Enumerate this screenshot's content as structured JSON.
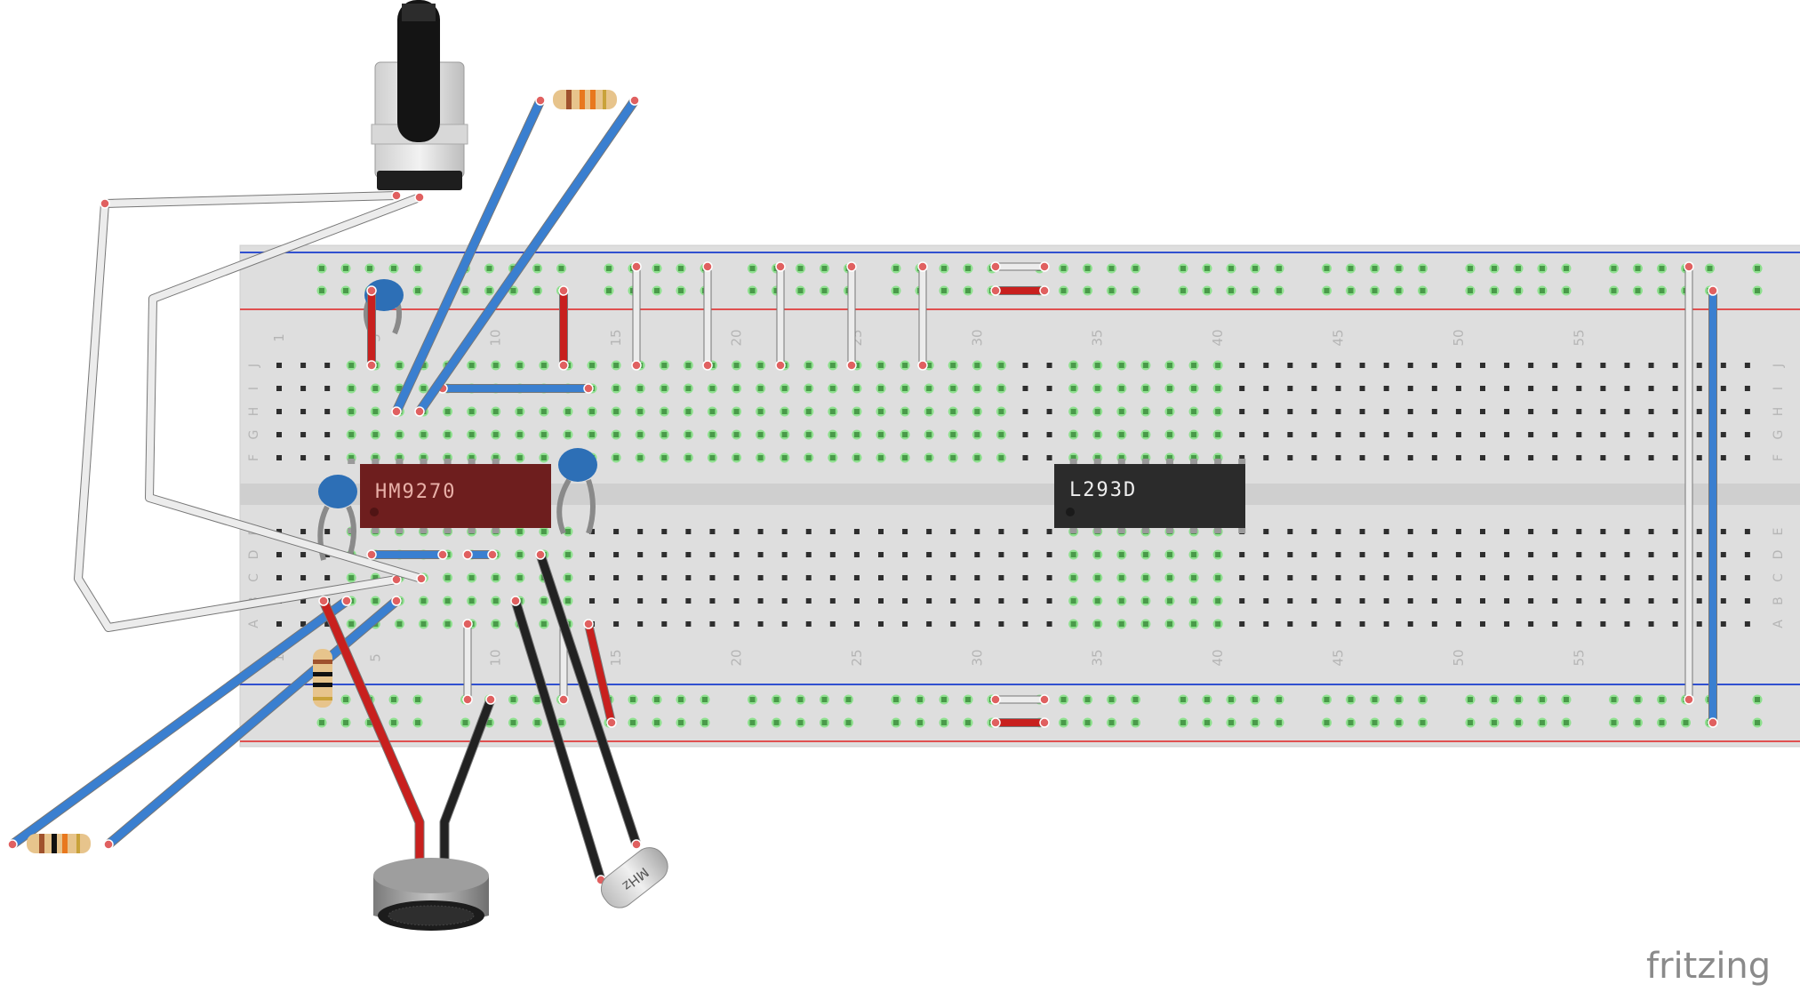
{
  "breadboard": {
    "column_numbers": [
      "1",
      "5",
      "10",
      "15",
      "20",
      "25",
      "30",
      "35",
      "40",
      "45",
      "50",
      "55"
    ],
    "row_letters_top": [
      "J",
      "I",
      "H",
      "G",
      "F"
    ],
    "row_letters_bottom": [
      "E",
      "D",
      "C",
      "B",
      "A"
    ]
  },
  "chips": [
    {
      "id": "hm9270",
      "label": "HM9270",
      "body_color": "#6e1e1e",
      "text_color": "#e8b0a8"
    },
    {
      "id": "l293d",
      "label": "L293D",
      "body_color": "#2b2b2b",
      "text_color": "#eeeeee"
    }
  ],
  "crystal": {
    "label": "MHz"
  },
  "brand": {
    "name": "fritzing"
  },
  "colors": {
    "wire_blue": "#3a7fd0",
    "wire_red": "#c8201e",
    "wire_black": "#222222",
    "wire_white": "#ececec",
    "rail_red": "#e05050",
    "rail_blue": "#3050d0",
    "breadboard": "#dcdcdc",
    "hole_active": "#6fcf6f"
  }
}
